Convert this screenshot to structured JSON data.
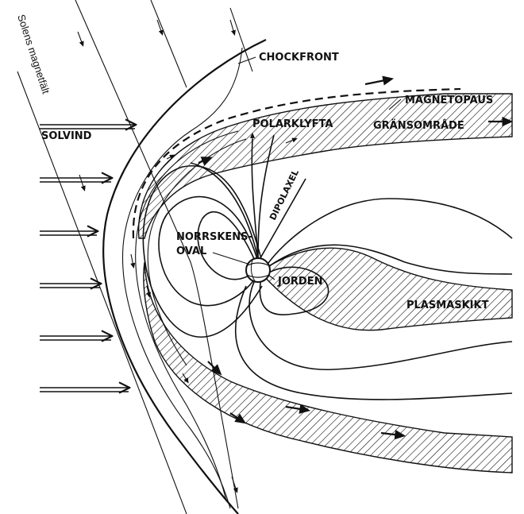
{
  "labels": {
    "chockfront": "CHOCKFRONT",
    "magnetopaus": "MAGNETOPAUS",
    "gransomrade": "GRÄNSOMRÅDE",
    "polarklyfta": "POLARKLYFTA",
    "solvind": "SOLVIND",
    "solens_magnetfalt": "Solens magnetfält",
    "dipolaxel": "DIPOLAXEL",
    "norrskens": "NORRSKENS-",
    "oval": "OVAL",
    "jorden": "JORDEN",
    "plasmaskikt": "PLASMASKIKT"
  },
  "colors": {
    "ink": "#111111",
    "background": "#ffffff"
  }
}
